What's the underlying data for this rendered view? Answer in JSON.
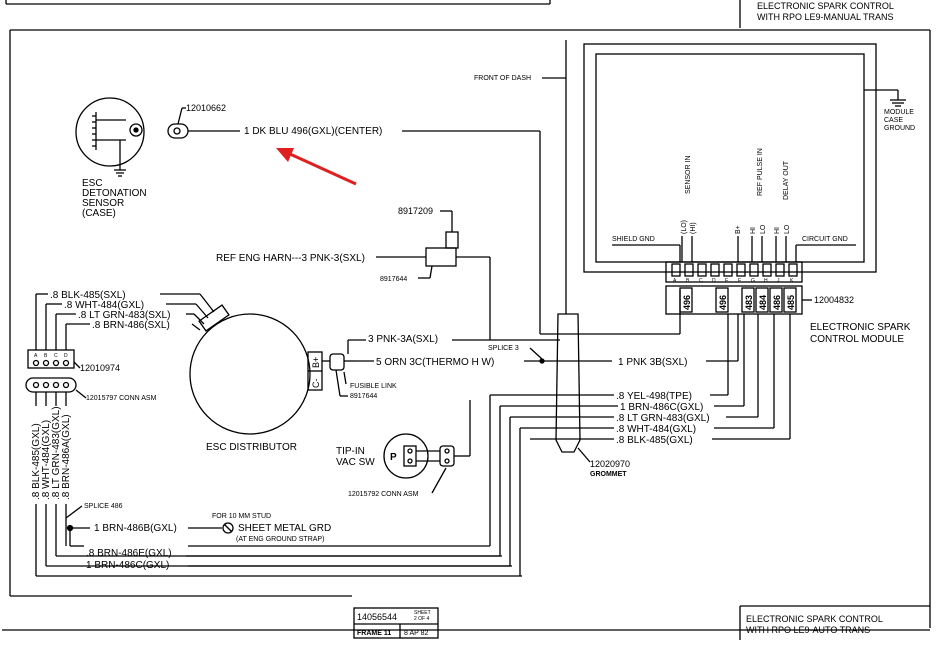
{
  "title_top": {
    "line1": "ELECTRONIC SPARK CONTROL",
    "line2": "WITH RPO LE9-MANUAL TRANS"
  },
  "title_bottom": {
    "line1": "ELECTRONIC SPARK CONTROL",
    "line2": "WITH RPO LE9-AUTO TRANS"
  },
  "frame_box": {
    "doc_number": "14056544",
    "sheet": "SHEET",
    "sheet_of": "2 OF 4",
    "frame": "FRAME 11",
    "date": "8 AP 82"
  },
  "sensor": {
    "part": "12010662",
    "label_l1": "ESC",
    "label_l2": "DETONATION",
    "label_l3": "SENSOR",
    "label_l4": "(CASE)",
    "wire": "1 DK BLU 496(GXL)(CENTER)"
  },
  "dash": {
    "label": "FRONT OF DASH"
  },
  "module": {
    "case_ground_l1": "MODULE",
    "case_ground_l2": "CASE",
    "case_ground_l3": "GROUND",
    "shield_gnd": "SHIELD GND",
    "sensor_in": "SENSOR IN",
    "lo": "(LO)",
    "hi": "(HI)",
    "b_plus": "B+",
    "ref_pulse_in": "REF PULSE IN",
    "delay_out": "DELAY OUT",
    "h_i": "HI",
    "l_o": "LO",
    "circuit_gnd": "CIRCUIT GND",
    "connector_part": "12004832",
    "name_l1": "ELECTRONIC SPARK",
    "name_l2": "CONTROL MODULE",
    "pin_letters": [
      "A",
      "B",
      "C",
      "D",
      "E",
      "F",
      "G",
      "H",
      "J",
      "K"
    ],
    "cavity_numbers": [
      "496",
      "496",
      "483",
      "484",
      "486",
      "485"
    ]
  },
  "ref_harness": {
    "part_a": "8917209",
    "part_b": "8917644",
    "label": "REF ENG HARN---3 PNK-3(SXL)"
  },
  "distributor": {
    "label": "ESC DISTRIBUTOR",
    "wires_in": [
      ".8 BLK-485(SXL)",
      ".8 WHT-484(GXL)",
      ".8 LT GRN-483(SXL)",
      ".8 BRN-486(SXL)"
    ],
    "conn_letters": [
      "A",
      "B",
      "C",
      "D"
    ],
    "conn_part": "12010974",
    "conn_asm": "12015797 CONN ASM",
    "terminal_c": "C-",
    "terminal_b": "B+",
    "pnk_wire": "3 PNK-3A(SXL)",
    "orn_wire": "5 ORN 3C(THERMO H W)",
    "fusible_link": "FUSIBLE LINK",
    "fusible_part": "8917644"
  },
  "splice3": {
    "label": "SPLICE 3",
    "wire": "1 PNK 3B(SXL)"
  },
  "harness_wires": [
    ".8 YEL-498(TPE)",
    "1 BRN-486C(GXL)",
    ".8 LT GRN-483(GXL)",
    ".8 WHT-484(GXL)",
    ".8 BLK-485(GXL)"
  ],
  "vertical_wires": [
    ".8 BLK-485(GXL)",
    ".8 WHT-484(GXL)",
    ".8 LT GRN-483(GXL)",
    ".8 BRN-486A(GXL)"
  ],
  "grommet": {
    "part": "12020970",
    "label": "GROMMET"
  },
  "tip_in": {
    "l1": "TIP-IN",
    "l2": "VAC SW",
    "p": "P",
    "conn_asm": "12015792 CONN ASM"
  },
  "splice486": {
    "label": "SPLICE 486",
    "stud_note": "FOR 10 MM STUD",
    "wire_b": "1 BRN-486B(GXL)",
    "ground": "SHEET METAL GRD",
    "ground_note": "(AT ENG GROUND STRAP)",
    "wire_e": ".8 BRN-486E(GXL)",
    "wire_c": "1 BRN-486C(GXL)"
  },
  "colors": {
    "ink": "#000000",
    "arrow": "#e02020",
    "paper": "#ffffff"
  }
}
